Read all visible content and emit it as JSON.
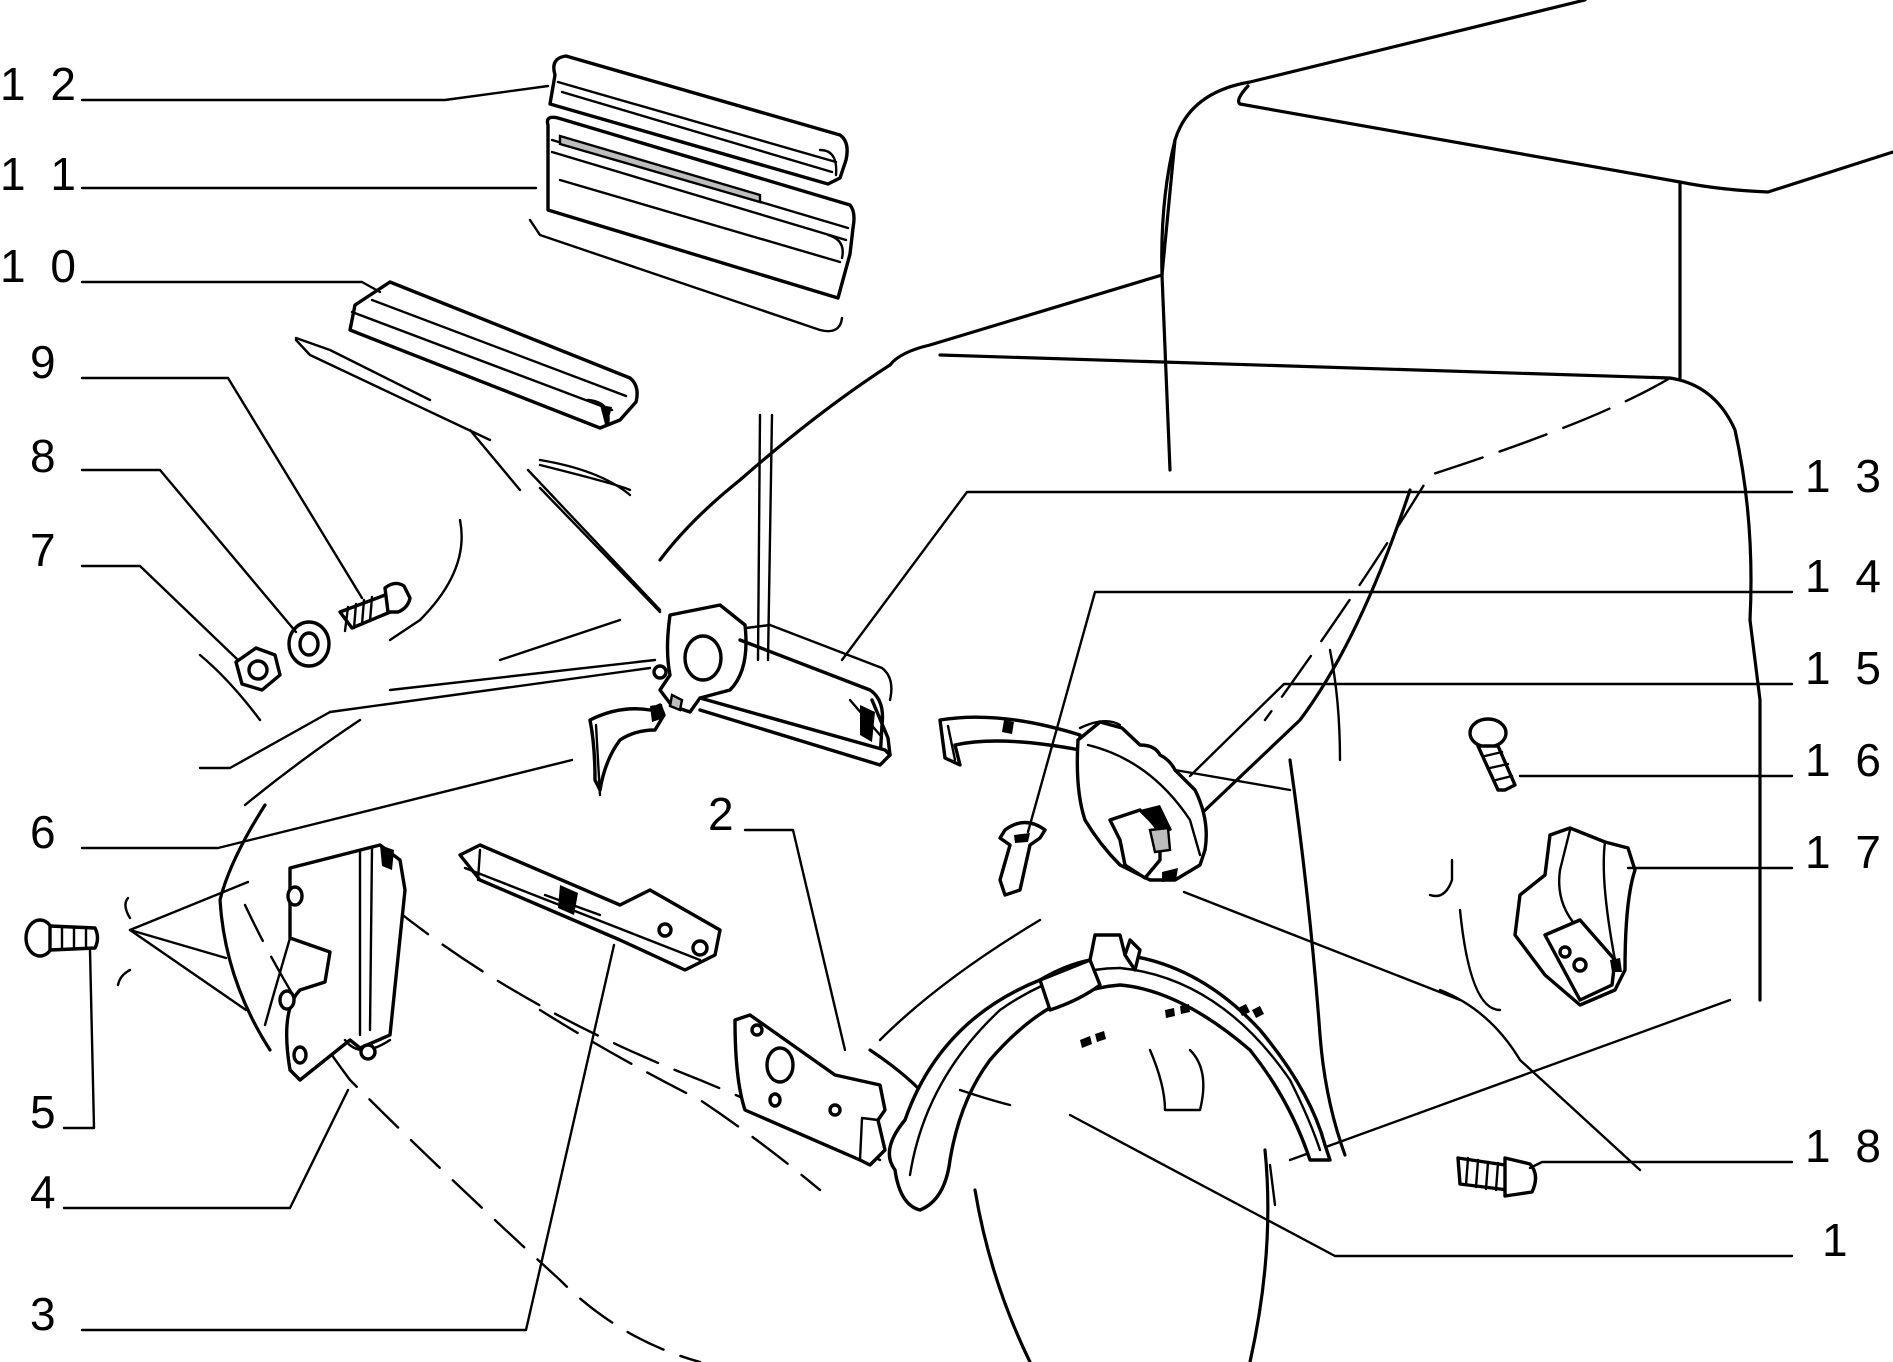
{
  "diagram": {
    "callouts": [
      {
        "id": "12",
        "label": "1 2"
      },
      {
        "id": "11",
        "label": "1 1"
      },
      {
        "id": "10",
        "label": "1 0"
      },
      {
        "id": "9",
        "label": "9"
      },
      {
        "id": "8",
        "label": "8"
      },
      {
        "id": "7",
        "label": "7"
      },
      {
        "id": "6",
        "label": "6"
      },
      {
        "id": "5",
        "label": "5"
      },
      {
        "id": "4",
        "label": "4"
      },
      {
        "id": "3",
        "label": "3"
      },
      {
        "id": "2",
        "label": "2"
      },
      {
        "id": "13",
        "label": "1 3"
      },
      {
        "id": "14",
        "label": "1 4"
      },
      {
        "id": "15",
        "label": "1 5"
      },
      {
        "id": "16",
        "label": "1 6"
      },
      {
        "id": "17",
        "label": "1 7"
      },
      {
        "id": "18",
        "label": "1 8"
      },
      {
        "id": "1",
        "label": "1"
      }
    ]
  }
}
